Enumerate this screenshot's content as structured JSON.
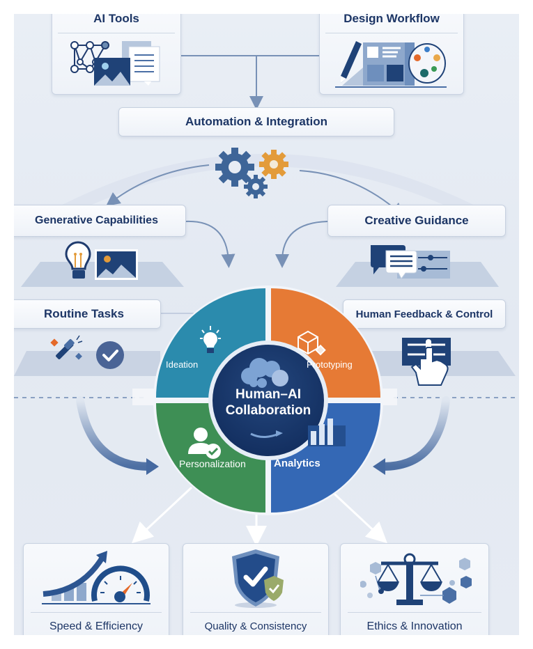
{
  "top_cards": {
    "ai_tools": {
      "title": "AI Tools",
      "icon": "neural-network-media-icon"
    },
    "design_workflow": {
      "title": "Design Workflow",
      "icon": "pencil-layout-palette-icon"
    }
  },
  "automation": {
    "label": "Automation & Integration",
    "icon": "gears-icon"
  },
  "side_labels": {
    "generative": {
      "label": "Generative Capabilities",
      "icon": "lightbulb-image-icon"
    },
    "creative": {
      "label": "Creative Guidance",
      "icon": "chat-sliders-icon"
    },
    "routine": {
      "label": "Routine Tasks",
      "icon": "magic-wand-check-icon"
    },
    "feedback": {
      "label": "Human Feedback & Control",
      "icon": "hand-slider-icon"
    }
  },
  "hub": {
    "center_line1": "Human–AI",
    "center_line2": "Collaboration",
    "quadrants": [
      {
        "label": "Ideation",
        "color": "#2b8bad",
        "icon": "lightbulb-icon"
      },
      {
        "label": "Prototyping",
        "color": "#e67a35",
        "icon": "cube-icon"
      },
      {
        "label": "Personalization",
        "color": "#3e8f55",
        "icon": "user-check-icon"
      },
      {
        "label": "Analytics",
        "color": "#3468b5",
        "icon": "bar-chart-icon"
      }
    ]
  },
  "outcomes": [
    {
      "title": "Speed & Efficiency",
      "icon": "speedometer-growth-icon"
    },
    {
      "title": "Quality & Consistency",
      "icon": "shield-check-icon"
    },
    {
      "title": "Ethics & Innovation",
      "icon": "scales-network-icon"
    }
  ],
  "colors": {
    "navy": "#1c3565",
    "steel": "#4a6fa5",
    "orange": "#e39b3a",
    "teal": "#2b8bad",
    "coral": "#e67a35",
    "green": "#3e8f55",
    "blue": "#3468b5"
  }
}
